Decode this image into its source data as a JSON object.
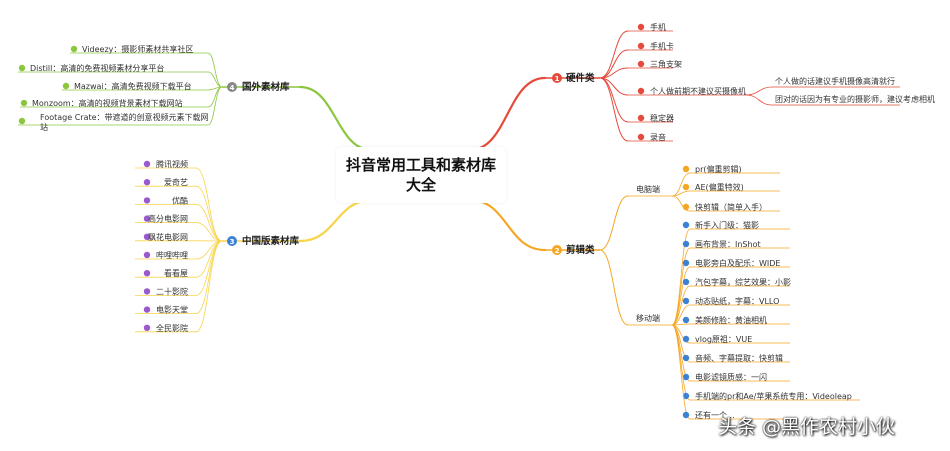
{
  "center_title": "抖音常用工具和素材库大全",
  "colors": {
    "hardware": "#e54b3c",
    "edit": "#f5a623",
    "domestic": "#f7d44a",
    "foreign": "#8cc63f"
  },
  "hardware": {
    "number": "1",
    "label": "硬件类",
    "items": [
      "手机",
      "手机卡",
      "三角支架",
      "个人做前期不建议买摄像机",
      "稳定器",
      "录音"
    ],
    "camera_notes": [
      "个人做的话建议手机摄像高清就行",
      "团对的话因为有专业的摄影师，建议考虑相机"
    ]
  },
  "edit": {
    "number": "2",
    "label": "剪辑类",
    "desktop": {
      "label": "电脑端",
      "items": [
        "pr(偏重剪辑)",
        "AE(偏重特效)",
        "快剪辑（简单入手）"
      ]
    },
    "mobile": {
      "label": "移动端",
      "items": [
        "新手入门级：猫影",
        "画布背景：InShot",
        "电影旁白及配乐：WIDE",
        "汽包字幕，综艺效果：小影",
        "动态贴纸，字幕：VLLO",
        "美颜修脸：黄油相机",
        "vlog原祖：VUE",
        "音频、字幕提取：快剪辑",
        "电影滤镜质感：一闪",
        "手机端的pr和Ae/苹果系统专用：Videoleap",
        "还有一个..."
      ]
    }
  },
  "domestic": {
    "number": "3",
    "label": "中国版素材库",
    "items": [
      "腾讯视频",
      "爱奇艺",
      "优酷",
      "高分电影网",
      "飘花电影网",
      "哔哩哔哩",
      "看看屋",
      "二十影院",
      "电影天堂",
      "全民影院"
    ]
  },
  "foreign": {
    "number": "4",
    "label": "国外素材库",
    "items": [
      "Videezy：摄影师素材共享社区",
      "Distill：高清的免费视频素材分享平台",
      "Mazwai：高清免费视频下载平台",
      "Monzoom：高清的视频背景素材下载网站",
      "Footage Crate：带遮道的创意视频元素下载网站"
    ]
  },
  "watermark": "头条 @黑作农村小伙"
}
